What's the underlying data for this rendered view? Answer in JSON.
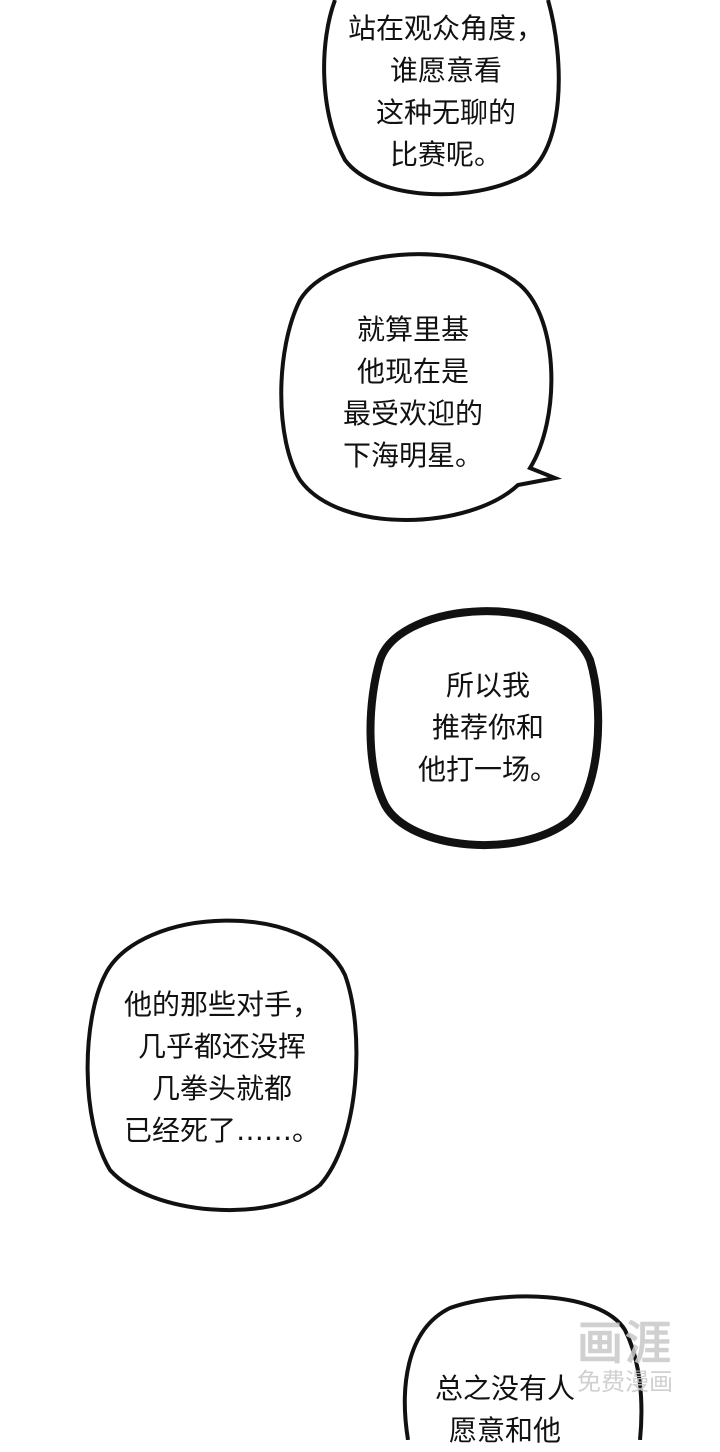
{
  "bubbles": [
    {
      "lines": [
        "站在观众角度，",
        "谁愿意看",
        "这种无聊的",
        "比赛呢。"
      ]
    },
    {
      "lines": [
        "就算里基",
        "他现在是",
        "最受欢迎的",
        "下海明星。"
      ]
    },
    {
      "lines": [
        "所以我",
        "推荐你和",
        "他打一场。"
      ]
    },
    {
      "lines": [
        "他的那些对手，",
        "几乎都还没挥",
        "几拳头就都",
        "已经死了……。"
      ]
    },
    {
      "lines": [
        "总之没有人",
        "愿意和他"
      ]
    }
  ],
  "watermark": {
    "logo": "画涯",
    "subtitle": "免费漫画"
  }
}
